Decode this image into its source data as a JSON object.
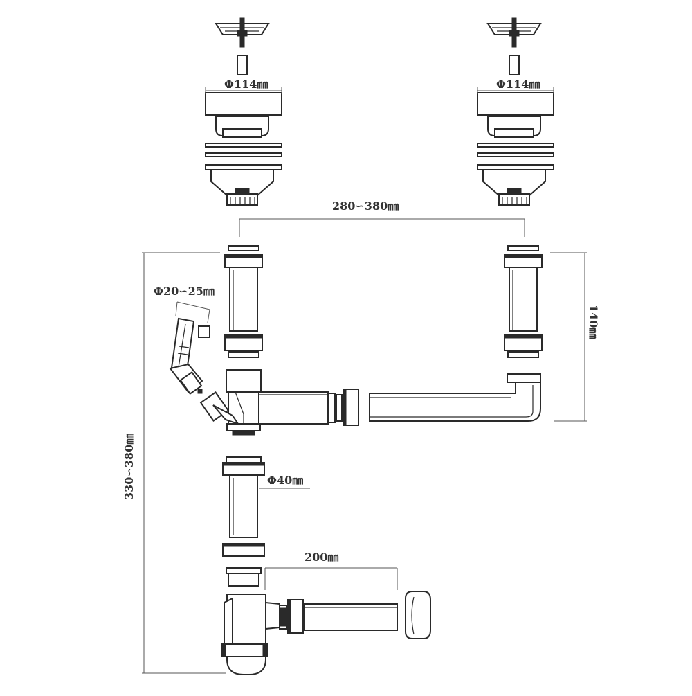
{
  "labels": {
    "left_strainer_diameter": "Φ114㎜",
    "right_strainer_diameter": "Φ114㎜",
    "basin_spacing": "280∽380㎜",
    "overflow_height": "140㎜",
    "side_inlet_diameter": "Φ20∽25㎜",
    "pipe_diameter": "Φ40㎜",
    "outlet_length": "200㎜",
    "total_height": "330∽380㎜"
  },
  "colors": {
    "line": "#2a2a2a",
    "shade": "#d9d9d9"
  }
}
